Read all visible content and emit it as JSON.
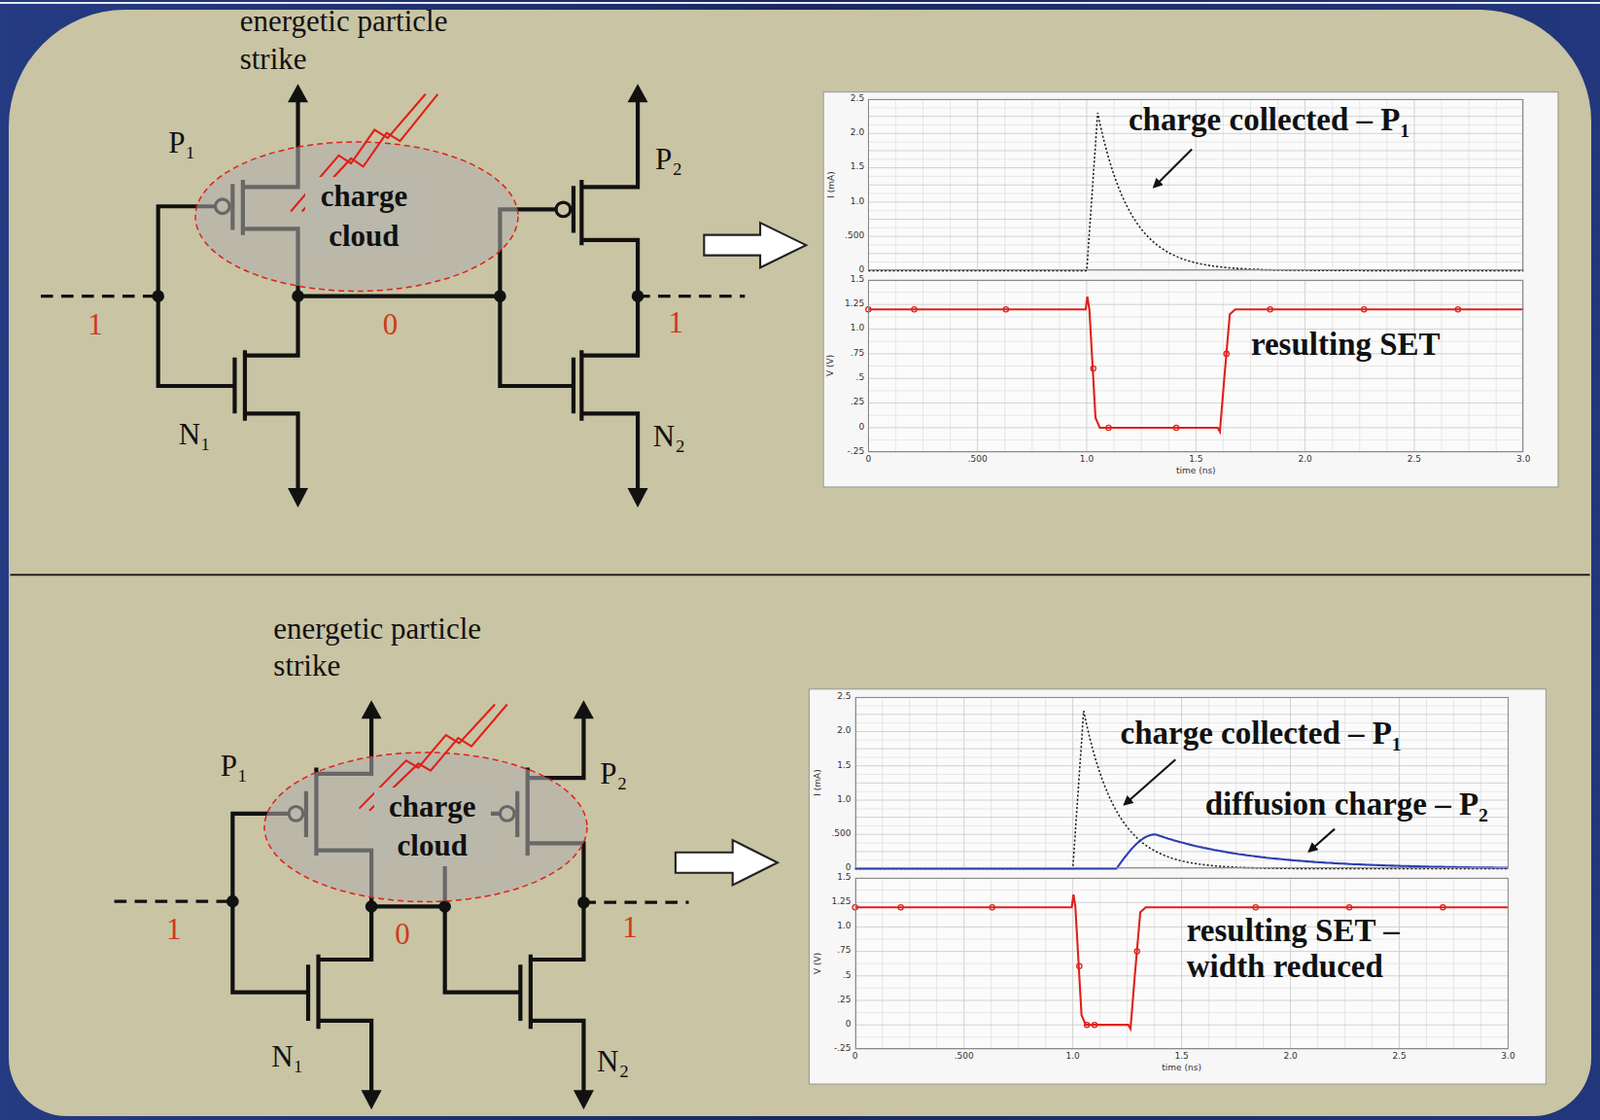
{
  "diagram": {
    "nodes": [
      {
        "text": [
          "charge cloud"
        ]
      },
      {
        "text": [
          "charge collected – P₁"
        ]
      },
      {
        "text": [
          "resulting SET"
        ]
      },
      {
        "text": [
          "charge cloud"
        ]
      },
      {
        "text": [
          "charge collected – P₁",
          "diffusion charge – P₂"
        ]
      },
      {
        "text": [
          "resulting SET – width reduced"
        ]
      }
    ],
    "labels": [
      "energetic particle strike",
      "P₁",
      "P₂",
      "1",
      "0",
      "1",
      "N₁",
      "N₂",
      "2.5",
      "2.0",
      "1.5",
      "1.0",
      ".500",
      "0",
      "I (mA)",
      "1.5",
      "1.25",
      "1.0",
      ".75",
      ".5",
      ".25",
      "0",
      "-.25",
      "V (V)",
      "0",
      ".500",
      "1.0",
      "1.5",
      "2.0",
      "2.5",
      "3.0",
      "time (ns)",
      "energetic particle strike",
      "P₁",
      "P₂",
      "1",
      "0",
      "1",
      "N₁",
      "N₂",
      "2.5",
      "2.0",
      "1.5",
      "1.0",
      ".500",
      "0",
      "I (mA)",
      "1.5",
      "1.25",
      "1.0",
      ".75",
      ".5",
      ".25",
      "0",
      "-.25",
      "V (V)",
      "0",
      ".500",
      "1.0",
      "1.5",
      "2.0",
      "2.5",
      "3.0",
      "time (ns)"
    ]
  }
}
